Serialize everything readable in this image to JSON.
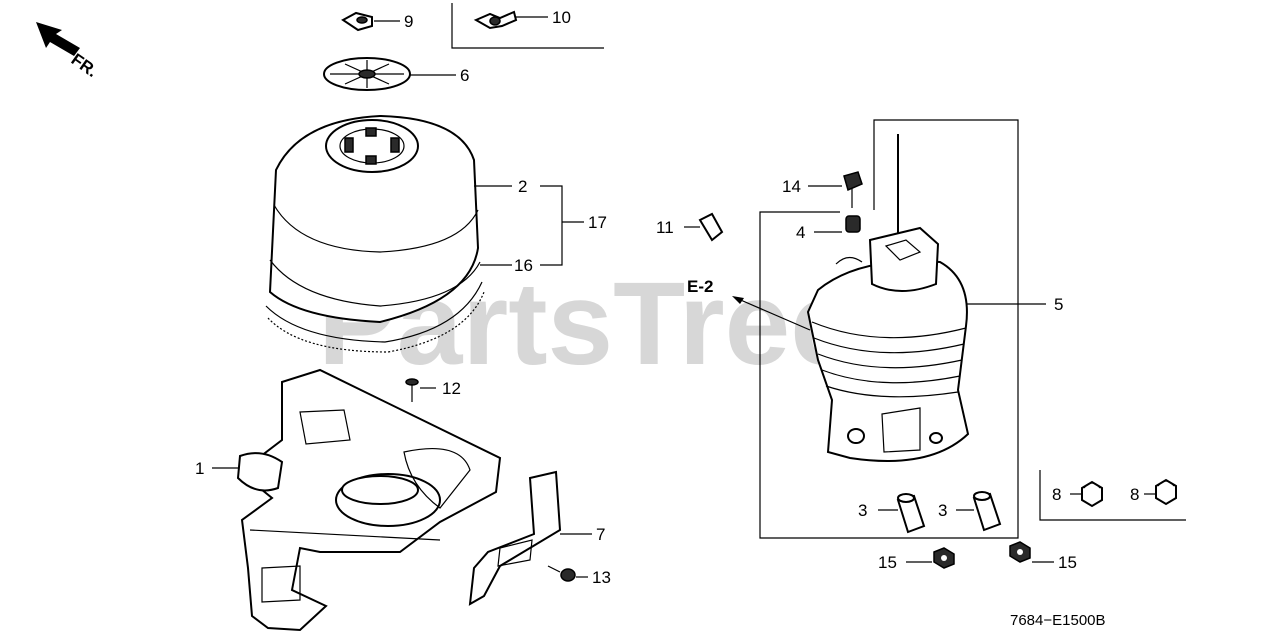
{
  "diagram": {
    "orientation_label": "FR.",
    "ref_label": "E-2",
    "diagram_code": "7684−E1500B",
    "watermark": "PartsTree",
    "callouts": {
      "c1": "1",
      "c2": "2",
      "c3a": "3",
      "c3b": "3",
      "c4": "4",
      "c5": "5",
      "c6": "6",
      "c7": "7",
      "c8a": "8",
      "c8b": "8",
      "c9": "9",
      "c10": "10",
      "c11": "11",
      "c12": "12",
      "c13": "13",
      "c14": "14",
      "c15a": "15",
      "c15b": "15",
      "c16": "16",
      "c17": "17"
    }
  }
}
